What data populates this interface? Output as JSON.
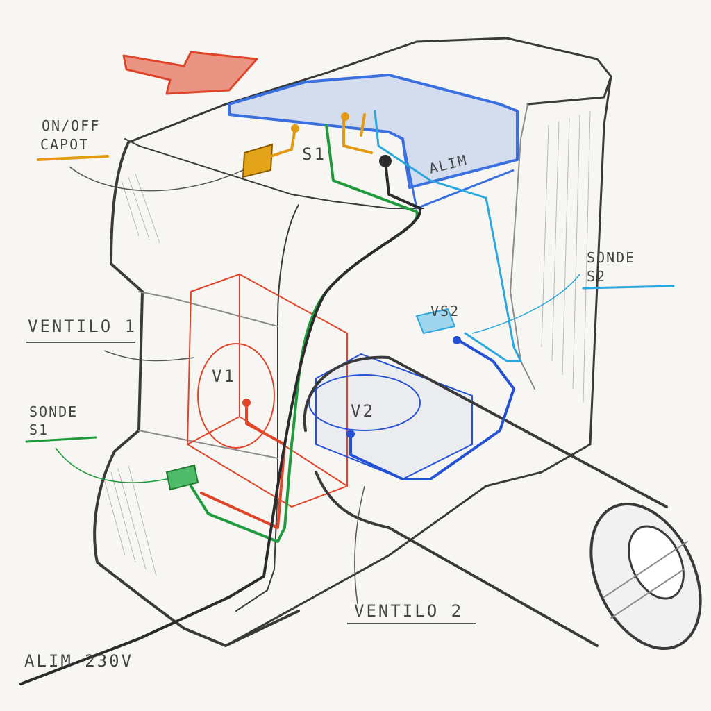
{
  "labels": {
    "on_off_capot_line1": "ON/OFF",
    "on_off_capot_line2": "CAPOT",
    "sonde_s2_line1": "SONDE",
    "sonde_s2_line2": "S2",
    "ventilo1": "VENTILO 1",
    "sonde_s1_line1": "SONDE",
    "sonde_s1_line2": "S1",
    "ventilo2": "VENTILO 2",
    "alim_230v": "ALIM 230V",
    "s1_tag": "S1",
    "alim_tag": "ALIM",
    "vs2_tag": "VS2",
    "v1_tag": "V1",
    "v2_tag": "V2"
  },
  "colors": {
    "paper": "#f7f6f2",
    "pencil": "#3a3a3a",
    "ventilo1_red": "#e0452a",
    "ventilo2_blue": "#2451d6",
    "sonde_s1_green": "#1f9a3c",
    "sonde_s2_lightblue": "#2aa7df",
    "switch_orange": "#e39a12",
    "capot_blue": "#3a6fe0",
    "arrow_red": "#e0452a"
  }
}
